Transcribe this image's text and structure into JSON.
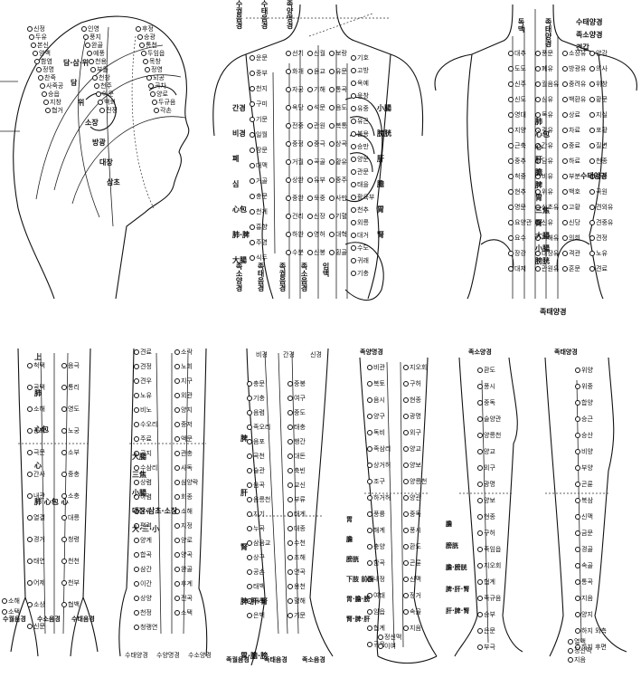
{
  "panels": {
    "head": {
      "labels": [
        "신정",
        "두유",
        "본신",
        "양백",
        "함염",
        "정명",
        "찬죽",
        "사죽공",
        "승읍",
        "지창",
        "협거",
        "인영",
        "풍지",
        "완골",
        "예풍",
        "천용",
        "부돌",
        "천창",
        "천주",
        "아문",
        "백회",
        "전정",
        "후정",
        "승광",
        "통천",
        "두임읍",
        "목창",
        "정영",
        "뇌공",
        "곡차",
        "양로",
        "두규음",
        "각손"
      ],
      "bold": [
        "담·삼·위",
        "담",
        "위",
        "소장",
        "방광",
        "대장",
        "삼초"
      ]
    },
    "torso": {
      "top": [
        "수궐음경",
        "수태음경",
        "족양명경"
      ],
      "left": [
        "운문",
        "중부",
        "천지",
        "구미",
        "기문",
        "일월",
        "장문",
        "대맥",
        "거골",
        "충문",
        "천계",
        "흉향",
        "주영",
        "식두"
      ],
      "center": [
        "선기",
        "화개",
        "자궁",
        "옥당",
        "전중",
        "중정",
        "거궐",
        "상완",
        "중완",
        "건리",
        "하완",
        "수분",
        "신궐",
        "음교",
        "기해",
        "석문",
        "관원",
        "중극",
        "곡골",
        "유부",
        "욱중",
        "신장",
        "영허",
        "신봉",
        "보랑",
        "유문",
        "통곡",
        "음도",
        "복통",
        "상곡",
        "황유",
        "중주",
        "사만",
        "기혈",
        "대혁",
        "횡골"
      ],
      "right": [
        "기호",
        "고방",
        "옥예",
        "응창",
        "유중",
        "유근",
        "불용",
        "승만",
        "양문",
        "관문",
        "태을",
        "활육부",
        "천추",
        "외릉",
        "대거",
        "수도",
        "귀래",
        "기충"
      ],
      "tags": [
        "간경",
        "비경",
        "폐",
        "심",
        "心包",
        "肺·脾",
        "大腸",
        "小腸",
        "膀胱",
        "肝",
        "膽",
        "胃",
        "腎"
      ],
      "bottom": [
        "족소양경",
        "족태음경",
        "족궐음경",
        "족소음경",
        "임맥"
      ]
    },
    "back": {
      "top": [
        "수태양경",
        "족소양경",
        "견갑"
      ],
      "channels": [
        "독맥",
        "족태양경"
      ],
      "tags": [
        "肺",
        "心包",
        "心",
        "肝",
        "膽",
        "脾",
        "胃",
        "三焦",
        "腎",
        "大腸",
        "小腸",
        "膀胱"
      ],
      "points": [
        "대추",
        "도도",
        "신주",
        "신도",
        "영대",
        "지양",
        "근축",
        "중추",
        "척중",
        "현추",
        "명문",
        "요양관",
        "요수",
        "장강",
        "대저",
        "풍문",
        "폐유",
        "궐음유",
        "심유",
        "독유",
        "격유",
        "간유",
        "담유",
        "비유",
        "위유",
        "삼초유",
        "신유",
        "기해유",
        "대장유",
        "관원유",
        "소장유",
        "방광유",
        "중려유",
        "백환유",
        "상료",
        "차료",
        "중료",
        "하료",
        "부분",
        "백호",
        "고황",
        "신당",
        "의희",
        "격관",
        "혼문",
        "양강",
        "의사",
        "위창",
        "황문",
        "지실",
        "포황",
        "질변",
        "천종",
        "병풍",
        "곡원",
        "견외유",
        "견중유",
        "견정",
        "노유",
        "견료"
      ],
      "right": "수태양경",
      "bottom": "족태양경"
    },
    "arm_inner": {
      "labels": [
        "척택",
        "곡택",
        "소해",
        "공최",
        "극문",
        "간사",
        "내관",
        "열결",
        "경거",
        "태연",
        "어제",
        "소상",
        "신문",
        "음극",
        "통리",
        "영도",
        "노궁",
        "소부",
        "중충",
        "소충",
        "대릉",
        "청령",
        "천천",
        "천부",
        "협백"
      ],
      "tags": [
        "上",
        "肺",
        "心包",
        "心",
        "肺 心包 心"
      ],
      "bottom": [
        "수궐음경",
        "수소음경",
        "수태음경"
      ],
      "side": [
        "소해",
        "소택"
      ]
    },
    "arm_outer": {
      "labels": [
        "견료",
        "견정",
        "견우",
        "노유",
        "비노",
        "수오리",
        "주료",
        "곡지",
        "수삼리",
        "상렴",
        "하렴",
        "온류",
        "편력",
        "양계",
        "합곡",
        "삼간",
        "이간",
        "상양",
        "천정",
        "청랭연",
        "소락",
        "노회",
        "지구",
        "외관",
        "양지",
        "중저",
        "액문",
        "관충",
        "사독",
        "삼양락",
        "회종",
        "소해",
        "지정",
        "양로",
        "양곡",
        "완골",
        "후계",
        "전곡",
        "소택"
      ],
      "tags": [
        "大腸",
        "三焦",
        "小腸",
        "대장·삼초·소장",
        "大·三·小"
      ],
      "bottom": [
        "수태양경",
        "수양명경",
        "수소양경"
      ]
    },
    "leg_front_a": {
      "top": [
        "비경",
        "간경",
        "신경"
      ],
      "labels": [
        "충문",
        "기충",
        "음렴",
        "족오리",
        "음포",
        "곡천",
        "슬관",
        "음곡",
        "음릉천",
        "지기",
        "누곡",
        "삼음교",
        "상구",
        "공손",
        "태백",
        "대도",
        "은백",
        "중봉",
        "여구",
        "중도",
        "태충",
        "행간",
        "대돈",
        "축빈",
        "교신",
        "부류",
        "태계",
        "대종",
        "수천",
        "조해",
        "연곡",
        "용천",
        "혈해",
        "기문"
      ],
      "tags": [
        "脾",
        "肝",
        "腎",
        "脾·肝·腎",
        "胃·膽·膀"
      ],
      "bottom": [
        "족궐음경",
        "족태음경",
        "족소음경"
      ]
    },
    "leg_front_b": {
      "top": "족양명경",
      "labels": [
        "비관",
        "복토",
        "음시",
        "양구",
        "독비",
        "족삼리",
        "상거허",
        "조구",
        "하거허",
        "풍륭",
        "해계",
        "충양",
        "함곡",
        "내정",
        "여태",
        "임읍",
        "협계",
        "규음",
        "지오회",
        "구허",
        "현종",
        "광명",
        "외구",
        "양교",
        "양보",
        "양릉천",
        "양관",
        "중독",
        "풍시",
        "환도",
        "곤륜",
        "신맥",
        "정거",
        "속골",
        "지음"
      ],
      "tags": [
        "胃",
        "膽",
        "膀胱",
        "下肢 前面",
        "胃·膽·膀",
        "腎·脾·肝"
      ],
      "extra": [
        "정신맥",
        "이여"
      ]
    },
    "leg_side": {
      "top": [
        "족소양경",
        "족태양경"
      ],
      "labels": [
        "환도",
        "풍시",
        "중독",
        "슬양관",
        "양릉천",
        "양교",
        "외구",
        "광명",
        "양보",
        "현종",
        "구허",
        "족임읍",
        "지오회",
        "협계",
        "족규음",
        "승부",
        "은문",
        "부극",
        "위양",
        "위중",
        "합양",
        "승근",
        "승산",
        "비양",
        "부양",
        "곤륜",
        "복삼",
        "신맥",
        "금문",
        "경골",
        "속골",
        "통곡",
        "지음",
        "양지",
        "하지 외측",
        "하지 후면"
      ],
      "tags": [
        "膽",
        "膀胱",
        "膽·膀胱",
        "脾·肝·腎",
        "肝·脾·腎"
      ],
      "bottom": [
        "열맥",
        "정신맥",
        "지음"
      ]
    }
  }
}
